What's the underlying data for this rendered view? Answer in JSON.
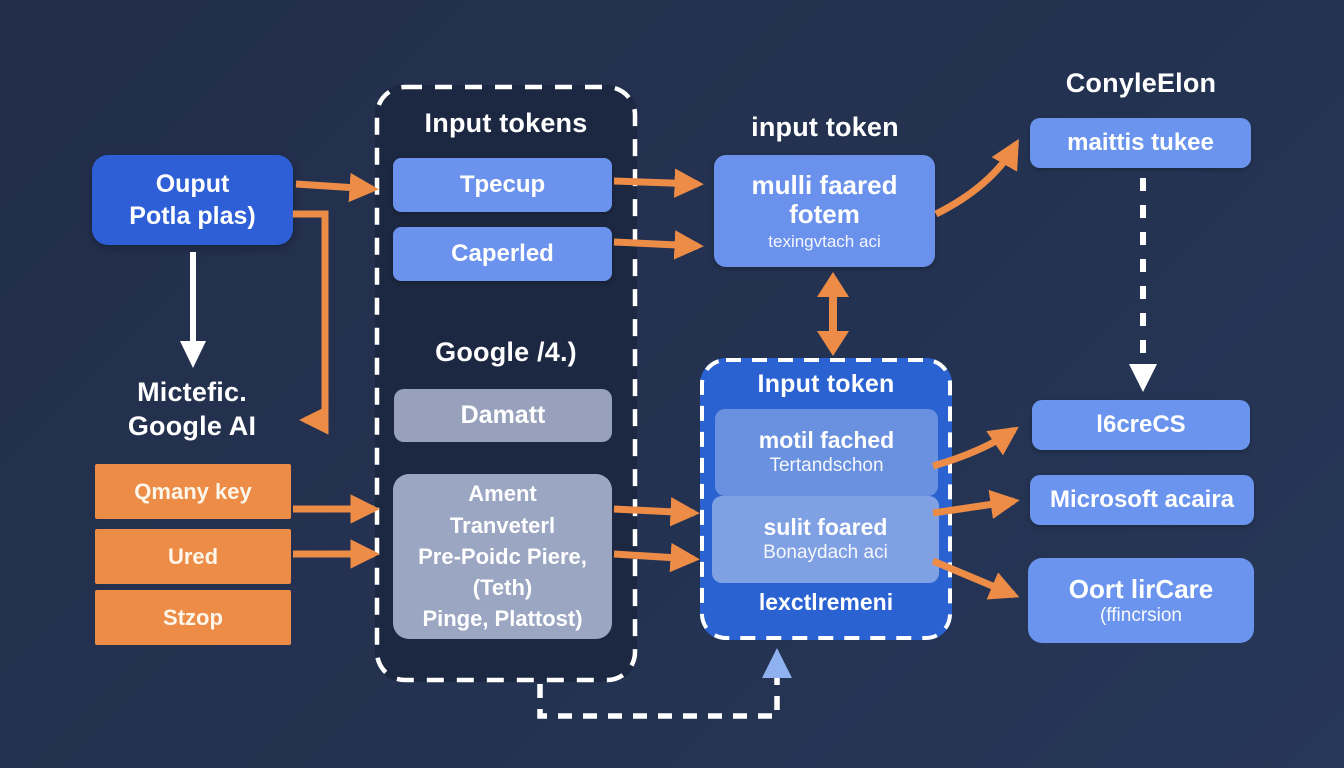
{
  "canvas": {
    "background": "#243251"
  },
  "colors": {
    "accent_orange": "#ed8c47",
    "royal_blue": "#2e5fd6",
    "light_blue": "#6b92ec",
    "panel_blue": "#2a62d1",
    "gray_box": "#9ba6c2",
    "container_fill": "#1c2841",
    "arrow_white": "#ffffff",
    "arrow_light_blue": "#8fb1ef"
  },
  "left": {
    "output_box": {
      "line1": "Ouput",
      "line2": "Potla plas)"
    },
    "label": {
      "line1": "Mictefic.",
      "line2": "Google AI"
    },
    "orange_boxes": [
      "Qmany key",
      "Ured",
      "Stzop"
    ]
  },
  "center": {
    "title": "Input tokens",
    "boxes": [
      "Tpecup",
      "Caperled"
    ],
    "subtitle": "Google /4.)",
    "gray_box": "Damatt",
    "big_gray_lines": [
      "Ament",
      "Tranveterl",
      "Pre-Poidc Piere,",
      "(Teth)",
      "Pinge, Plattost)"
    ]
  },
  "middle": {
    "title": "input token",
    "box": {
      "line1": "mulli faared",
      "line2": "fotem",
      "line3": "texingvtach aci"
    }
  },
  "token_panel": {
    "title": "Input token",
    "inner1": {
      "line1": "motil fached",
      "line2": "Tertandschon"
    },
    "inner2": {
      "line1": "sulit foared",
      "line2": "Bonaydach aci"
    },
    "footer": "lexctlremeni"
  },
  "right": {
    "title": "ConyleElon",
    "box1": "maittis tukee",
    "box2": "l6creCS",
    "box3": "Microsoft acaira",
    "box4": {
      "line1": "Oort lirCare",
      "line2": "(ffincrsion"
    }
  }
}
